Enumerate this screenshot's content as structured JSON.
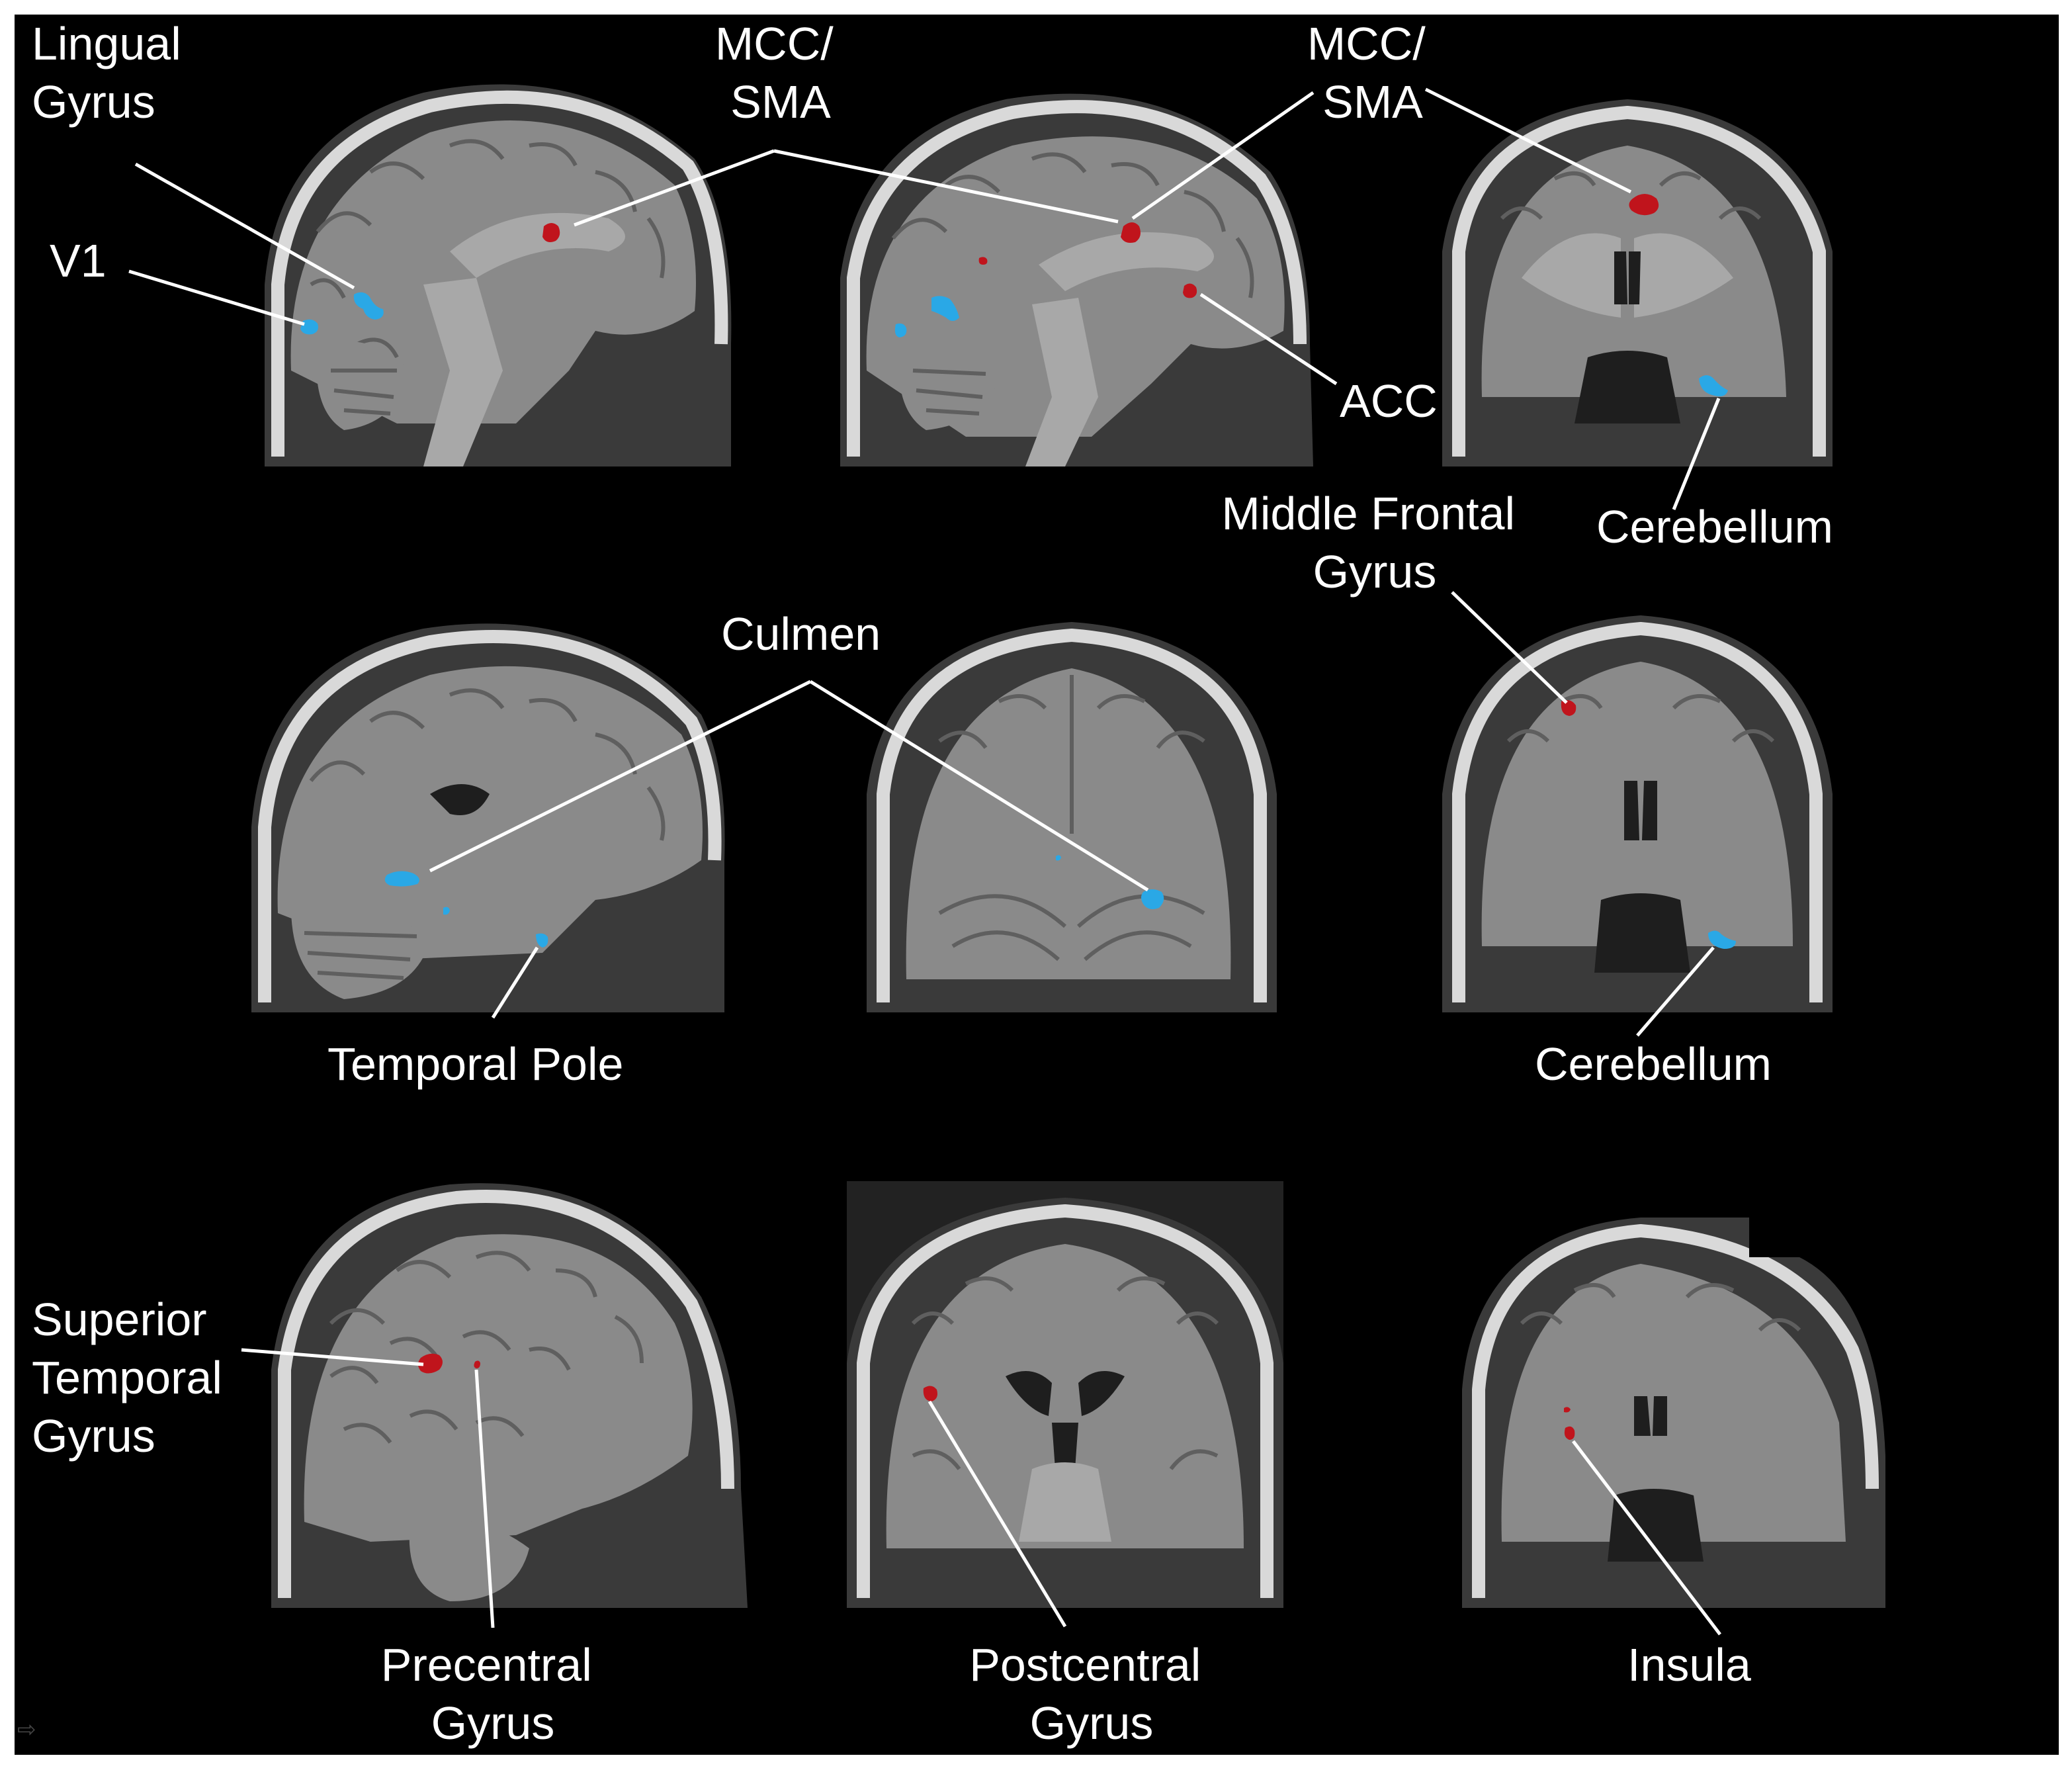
{
  "figure": {
    "colors": {
      "background": "#000000",
      "label": "#ffffff",
      "positive_activation": "#c0141c",
      "negative_activation": "#2aa8e6"
    },
    "labels": {
      "lingual_gyrus": [
        "Lingual",
        "Gyrus"
      ],
      "v1": "V1",
      "mcc_sma_1": [
        "MCC/",
        "SMA"
      ],
      "mcc_sma_2": [
        "MCC/",
        "SMA"
      ],
      "acc": "ACC",
      "cerebellum_1": "Cerebellum",
      "middle_frontal_gyrus": [
        "Middle Frontal",
        "Gyrus"
      ],
      "culmen": "Culmen",
      "temporal_pole": "Temporal Pole",
      "cerebellum_2": "Cerebellum",
      "superior_temporal_gyrus": [
        "Superior",
        "Temporal",
        "Gyrus"
      ],
      "precentral_gyrus": [
        "Precentral",
        "Gyrus"
      ],
      "postcentral_gyrus": [
        "Postcentral",
        "Gyrus"
      ],
      "insula": "Insula"
    }
  }
}
